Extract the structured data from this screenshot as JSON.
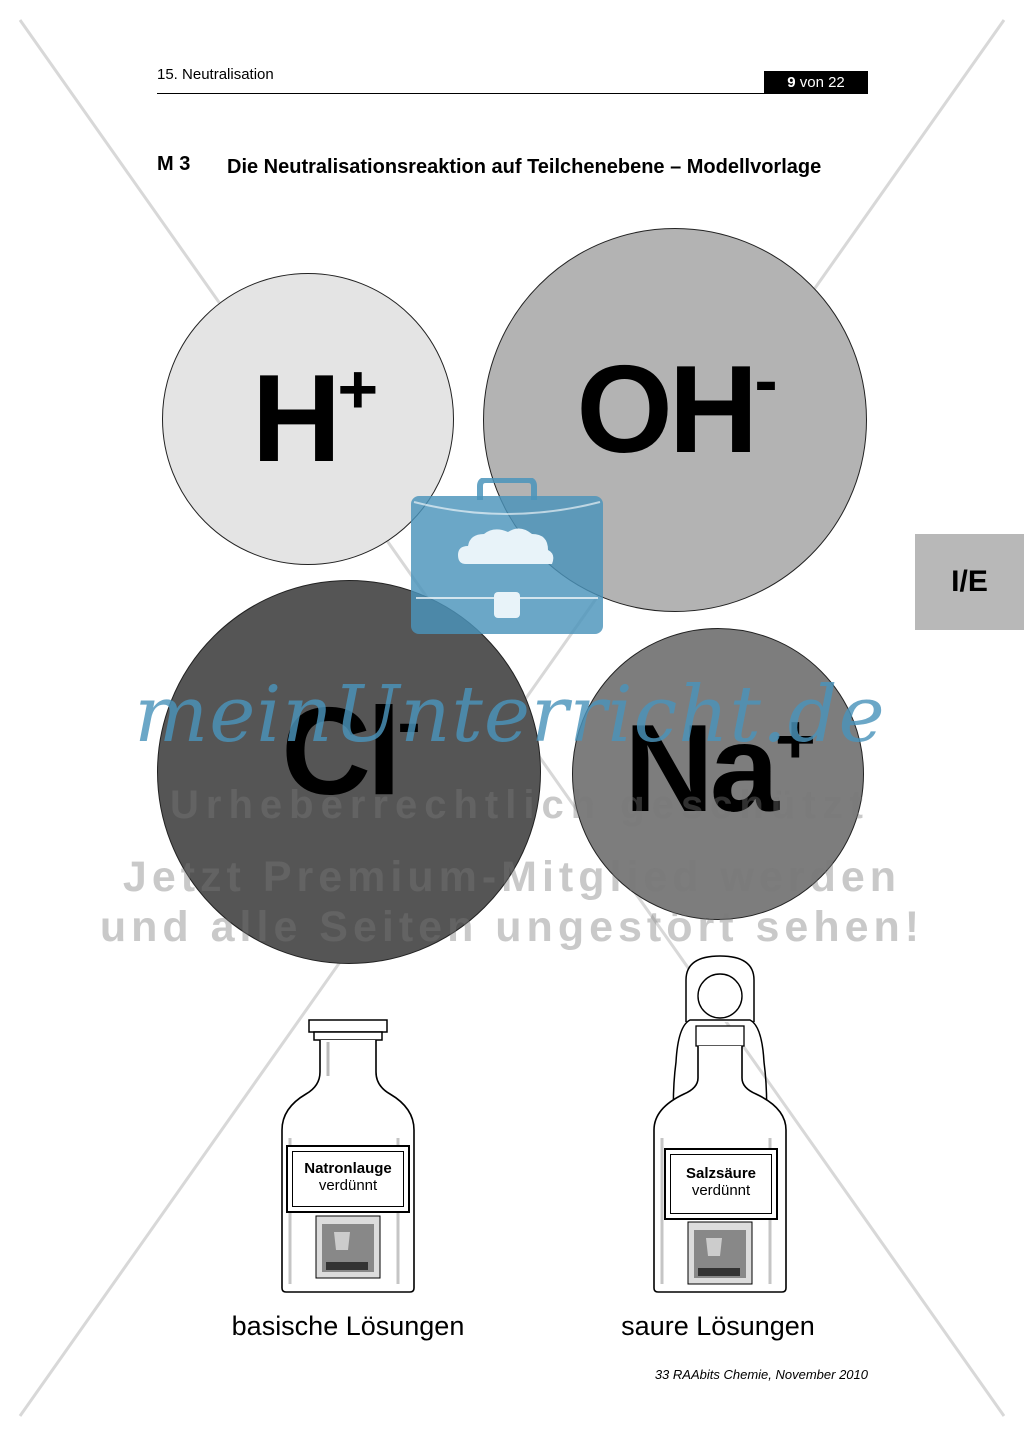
{
  "header": {
    "title": "15. Neutralisation",
    "page_current": "9",
    "page_rest": " von 22"
  },
  "section": {
    "number": "M 3",
    "title": "Die Neutralisationsreaktion auf Teilchenebene – Modellvorlage"
  },
  "side_tab": "I/E",
  "ions": [
    {
      "symbol": "H",
      "charge": "+",
      "color": "#e4e4e4"
    },
    {
      "symbol": "OH",
      "charge": "-",
      "color": "#b3b3b3"
    },
    {
      "symbol": "Cl",
      "charge": "-",
      "color": "#555555"
    },
    {
      "symbol": "Na",
      "charge": "+",
      "color": "#7d7d7d"
    }
  ],
  "bottles": [
    {
      "name": "Natronlauge",
      "sub": "verdünnt",
      "caption": "basische Lösungen"
    },
    {
      "name": "Salzsäure",
      "sub": "verdünnt",
      "caption": "saure Lösungen"
    }
  ],
  "footer": "33 RAAbits Chemie, November 2010",
  "watermark": {
    "brand": "meinUnterricht.de",
    "line1": "Urheberrechtlich geschützt",
    "line2": "Jetzt Premium-Mitglied werden",
    "line3": "und alle Seiten ungestört sehen!"
  },
  "colors": {
    "brand_blue": "#4a94bb",
    "tab_grey": "#b8b8b8"
  }
}
